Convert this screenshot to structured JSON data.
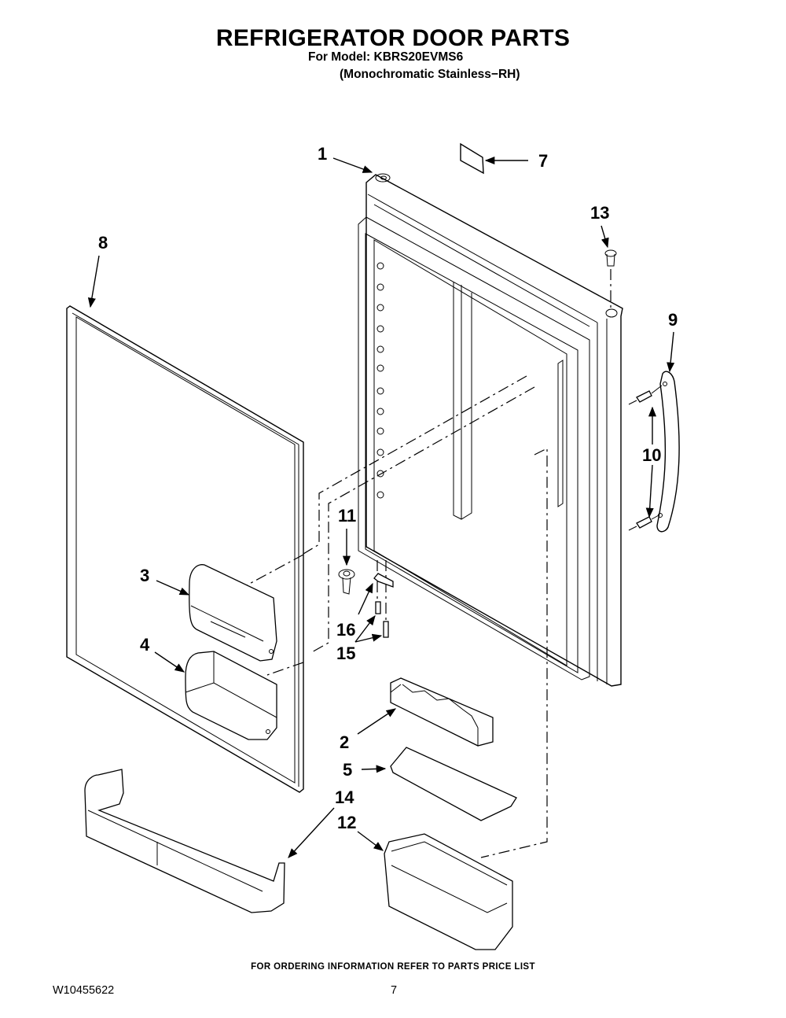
{
  "header": {
    "title": "REFRIGERATOR DOOR PARTS",
    "model_line": "For Model: KBRS20EVMS6",
    "variant_line": "(Monochromatic Stainless−RH)"
  },
  "callouts": [
    {
      "id": "1",
      "part": "door-assembly"
    },
    {
      "id": "2",
      "part": "egg-tray"
    },
    {
      "id": "3",
      "part": "dairy-door"
    },
    {
      "id": "4",
      "part": "dairy-bin"
    },
    {
      "id": "5",
      "part": "egg-tray-cover"
    },
    {
      "id": "7",
      "part": "label"
    },
    {
      "id": "8",
      "part": "door-gasket"
    },
    {
      "id": "9",
      "part": "door-handle"
    },
    {
      "id": "10",
      "part": "handle-screws"
    },
    {
      "id": "11",
      "part": "door-stop"
    },
    {
      "id": "12",
      "part": "door-bin-small"
    },
    {
      "id": "13",
      "part": "hinge-bushing"
    },
    {
      "id": "14",
      "part": "door-shelf-bar"
    },
    {
      "id": "15",
      "part": "bracket-screws"
    },
    {
      "id": "16",
      "part": "door-bracket"
    }
  ],
  "footer": {
    "note": "FOR ORDERING INFORMATION REFER TO PARTS PRICE LIST",
    "doc_number": "W10455622",
    "page_number": "7"
  }
}
